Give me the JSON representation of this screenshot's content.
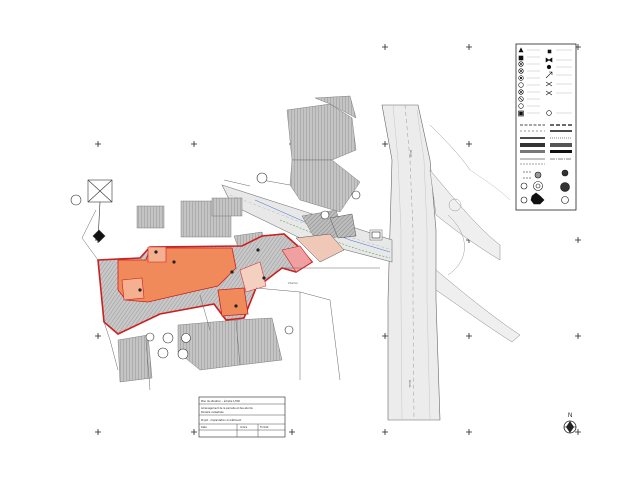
{
  "drawing": {
    "north_label": "N",
    "title_block": {
      "line1": "Plan de situation – échelle 1/500",
      "line2": "Aménagement de la parcelle et des abords",
      "line3": "Parcelle cadastrale",
      "line4": "Projet – Implantation du bâtiment",
      "line5": "Date",
      "cell_a": "Indice",
      "cell_b": "Format"
    },
    "road_label_1": "Route",
    "road_label_2": "Route",
    "street_label": "Chemin"
  },
  "colors": {
    "project_fill": "#f08a5a",
    "project_fill_light": "#f5b090",
    "project_outline": "#cc1f1f",
    "building_hatch": "#9a9a9a",
    "road_fill": "#eeeeee",
    "accent_green": "#2e9e2e",
    "accent_blue": "#3a6fd0"
  },
  "legend": {
    "symbols": [
      "triangle-symbol",
      "square-symbol",
      "circle-x-symbol",
      "circle-x-symbol",
      "circle-dot-symbol",
      "circle-symbol",
      "circle-x-symbol",
      "circle-x-symbol",
      "circle-symbol",
      "circle-square-symbol",
      "circle-symbol",
      "square-symbol"
    ],
    "right_symbols": [
      "square-symbol",
      "bowtie-symbol",
      "circle-symbol",
      "arrow-symbol",
      "star-symbol",
      "star-symbol",
      "ring-symbol"
    ]
  }
}
